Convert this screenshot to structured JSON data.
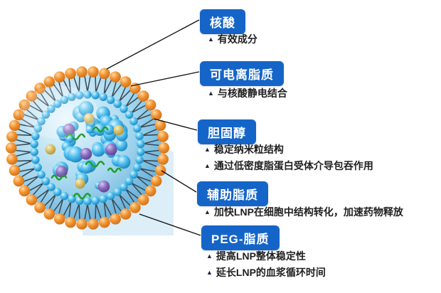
{
  "glyphs": {
    "bullet": "▲"
  },
  "colors": {
    "badge_blue": "#1565c8",
    "text": "#1f1f1f",
    "line": "#151515",
    "outer_lipid_orange": "#ef8c2a",
    "inner_sphere_blue": "#39b4e8",
    "nucleic_acid_green": "#1f9e2c",
    "background_accent": "#dceef8"
  },
  "labels": [
    {
      "badge": "核酸",
      "points": [
        "有效成分"
      ]
    },
    {
      "badge": "可电离脂质",
      "points": [
        "与核酸静电结合"
      ]
    },
    {
      "badge": "胆固醇",
      "points": [
        "稳定纳米粒结构",
        "通过低密度脂蛋白受体介导包吞作用"
      ]
    },
    {
      "badge": "辅助脂质",
      "points": [
        "加快LNP在细胞中结构转化，加速药物释放"
      ]
    },
    {
      "badge": "PEG-脂质",
      "points": [
        "提高LNP整体稳定性",
        "延长LNP的血浆循环时间"
      ]
    }
  ]
}
